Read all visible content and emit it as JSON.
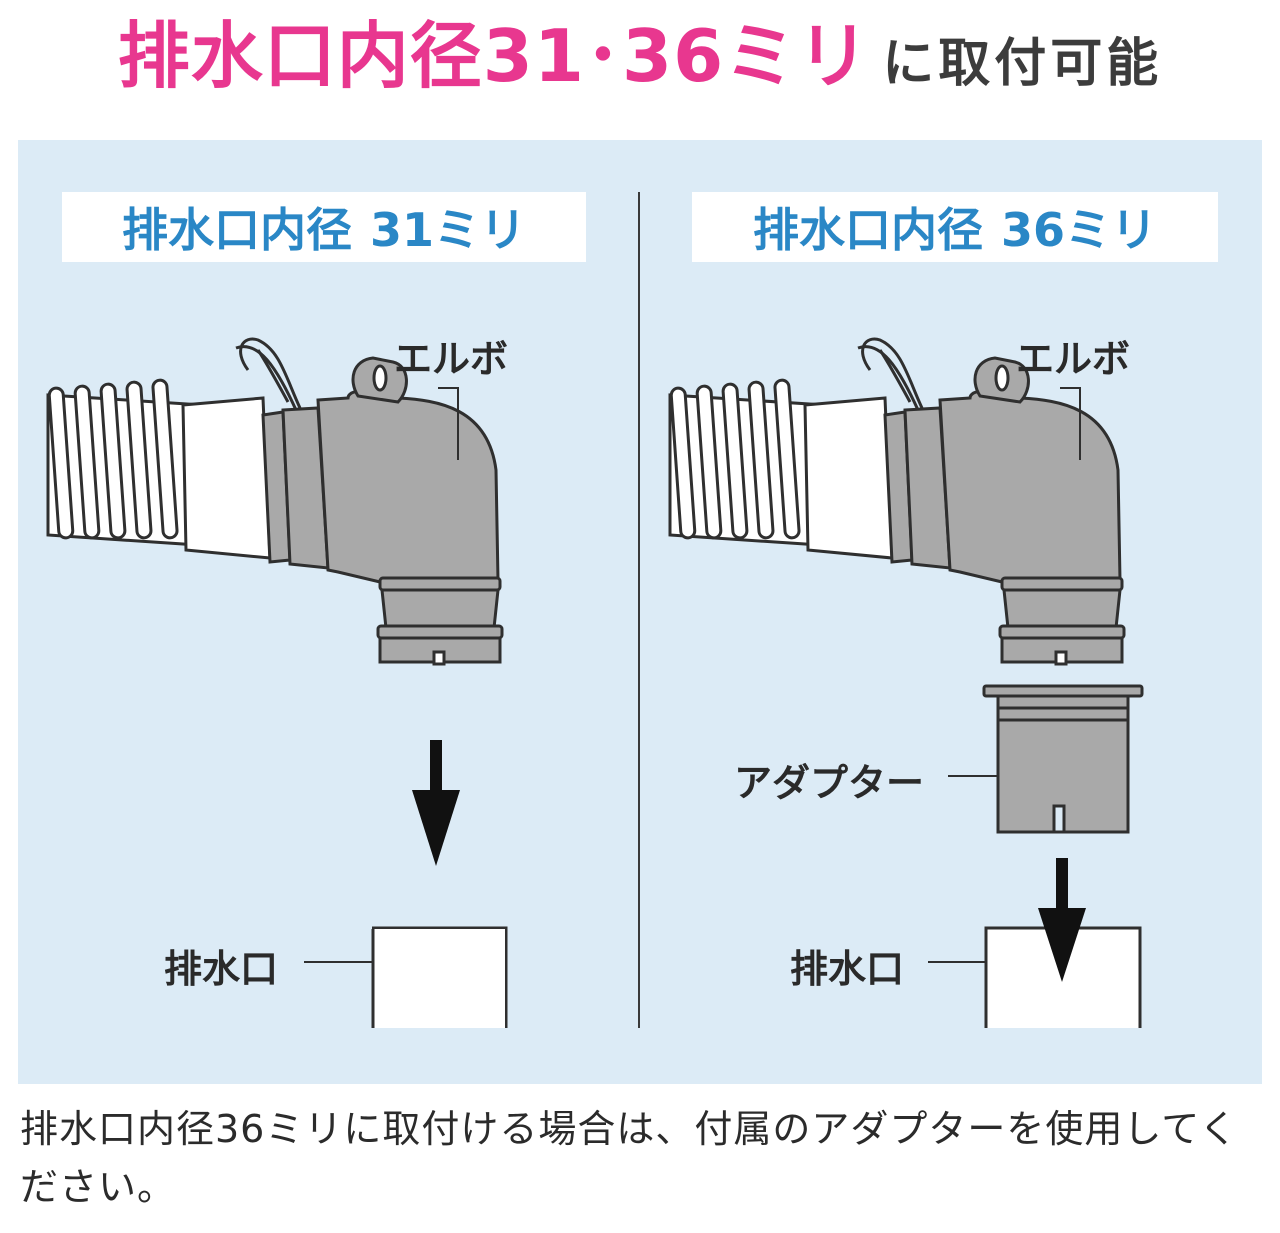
{
  "title": {
    "main": "排水口内径31･36ミリ",
    "suffix": "に取付可能"
  },
  "left_panel": {
    "header_label": "排水口内径",
    "header_size": "31ミリ",
    "elbow_label": "エルボ",
    "drain_label": "排水口"
  },
  "right_panel": {
    "header_label": "排水口内径",
    "header_size": "36ミリ",
    "elbow_label": "エルボ",
    "adapter_label": "アダプター",
    "drain_label": "排水口"
  },
  "caption": "排水口内径36ミリに取付ける場合は、付属のアダプターを使用してください。",
  "colors": {
    "title_pink": "#e8378f",
    "header_blue": "#2a87c6",
    "panel_bg": "#dcebf6",
    "part_gray": "#a9a9a9"
  }
}
